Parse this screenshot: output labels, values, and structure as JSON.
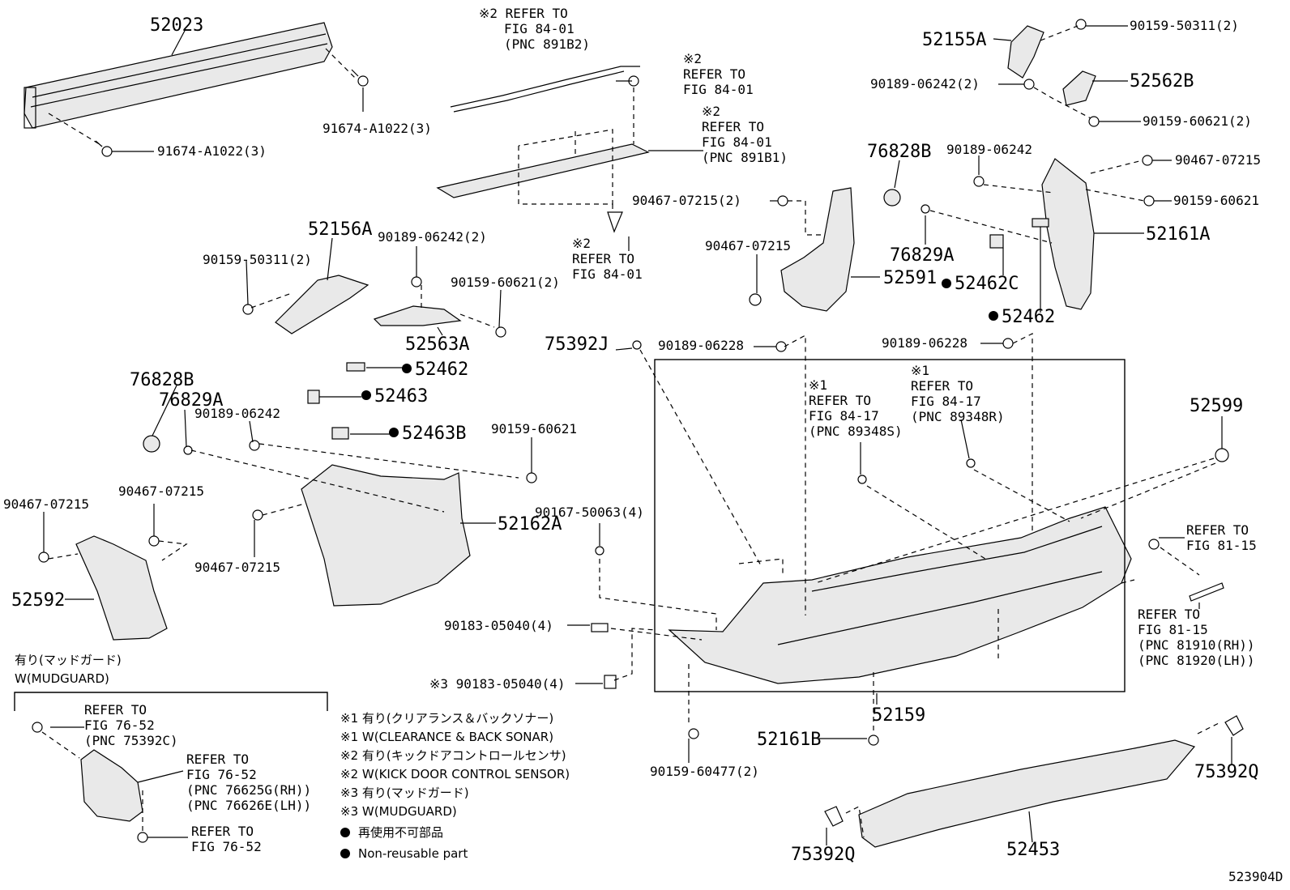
{
  "labels": {
    "p52023": "52023",
    "p91674_a": "91674-A1022(3)",
    "p91674_b": "91674-A1022(3)",
    "note_891b2_l1": "※2 REFER TO",
    "note_891b2_l2": "FIG 84-01",
    "note_891b2_l3": "(PNC 891B2)",
    "note_k2a_l1": "※2",
    "note_k2a_l2": "REFER TO",
    "note_k2a_l3": "FIG 84-01",
    "note_891b1_l1": "※2",
    "note_891b1_l2": "REFER TO",
    "note_891b1_l3": "FIG 84-01",
    "note_891b1_l4": "(PNC 891B1)",
    "note_k2b_l1": "※2",
    "note_k2b_l2": "REFER TO",
    "note_k2b_l3": "FIG 84-01",
    "p52155A": "52155A",
    "p90159_50311_r": "90159-50311(2)",
    "p90189_06242_r": "90189-06242(2)",
    "p52562B": "52562B",
    "p90159_60621_2r": "90159-60621(2)",
    "p76828B_r": "76828B",
    "p90189_06242_s": "90189-06242",
    "p90467_07215_r1": "90467-07215",
    "p90159_60621_r": "90159-60621",
    "p90467_07215_2": "90467-07215(2)",
    "p90467_07215_m": "90467-07215",
    "p76829A_r": "76829A",
    "p52161A": "52161A",
    "p52591": "52591",
    "p52462C": "52462C",
    "p52462_r": "52462",
    "p52156A": "52156A",
    "p90159_50311_l": "90159-50311(2)",
    "p90189_06242_l2": "90189-06242(2)",
    "p90159_60621_l2": "90159-60621(2)",
    "p52563A": "52563A",
    "p75392J": "75392J",
    "p90189_06228_a": "90189-06228",
    "p90189_06228_b": "90189-06228",
    "p52462_l": "52462",
    "p52463": "52463",
    "p52463B": "52463B",
    "p76828B_l": "76828B",
    "p76829A_l": "76829A",
    "p90189_06242_l": "90189-06242",
    "p90159_60621_l": "90159-60621",
    "note_s_l1": "※1",
    "note_s_l2": "REFER TO",
    "note_s_l3": "FIG 84-17",
    "note_s_l4": "(PNC 89348S)",
    "note_r_l1": "※1",
    "note_r_l2": "REFER TO",
    "note_r_l3": "FIG 84-17",
    "note_r_l4": "(PNC 89348R)",
    "p52599": "52599",
    "p90467_07215_a": "90467-07215",
    "p90467_07215_b": "90467-07215",
    "p90467_07215_c": "90467-07215",
    "p52162A": "52162A",
    "p90167_50063": "90167-50063(4)",
    "note_8115_l1": "REFER TO",
    "note_8115_l2": "FIG 81-15",
    "note_8115b_l1": "REFER TO",
    "note_8115b_l2": "FIG 81-15",
    "note_8115b_l3": "(PNC 81910(RH))",
    "note_8115b_l4": "(PNC 81920(LH))",
    "p52592": "52592",
    "p90183_05040": "90183-05040(4)",
    "p90183_05040_k3": "※3 90183-05040(4)",
    "mud_jp": "有り(マッドガード)",
    "mud_en": "W(MUDGUARD)",
    "note_7652a_l1": "REFER TO",
    "note_7652a_l2": "FIG 76-52",
    "note_7652a_l3": "(PNC 75392C)",
    "note_7652b_l1": "REFER TO",
    "note_7652b_l2": "FIG 76-52",
    "note_7652b_l3": "(PNC 76625G(RH))",
    "note_7652b_l4": "(PNC 76626E(LH))",
    "note_7652c_l1": "REFER TO",
    "note_7652c_l2": "FIG 76-52",
    "p52159": "52159",
    "p52161B": "52161B",
    "p90159_60477": "90159-60477(2)",
    "p75392Q_r": "75392Q",
    "p75392Q_l": "75392Q",
    "p52453": "52453",
    "diagram_id": "523904D"
  },
  "legend": {
    "k1_jp": "※1 有り(クリアランス＆バックソナー)",
    "k1_en": "※1 W(CLEARANCE & BACK SONAR)",
    "k2_jp": "※2 有り(キックドアコントロールセンサ)",
    "k2_en": "※2 W(KICK DOOR CONTROL SENSOR)",
    "k3_jp": "※3 有り(マッドガード)",
    "k3_en": "※3 W(MUDGUARD)",
    "nr_jp": "再使用不可部品",
    "nr_en": "Non-reusable part"
  }
}
